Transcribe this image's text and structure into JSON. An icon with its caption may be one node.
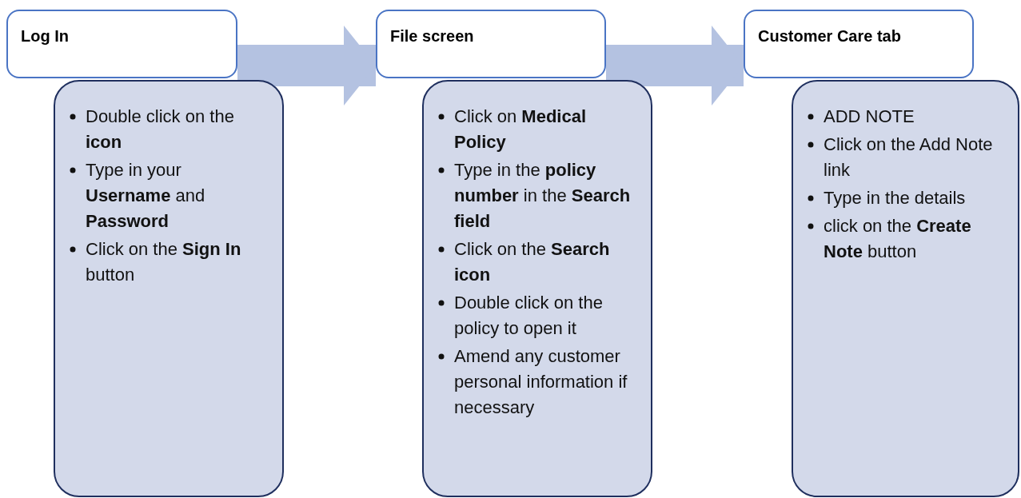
{
  "diagram": {
    "nodes": [
      {
        "text": [
          "Log In"
        ]
      },
      {
        "text": [
          "Double click on the **icon**",
          "Type in your **Username** and **Password**",
          "Click on the **Sign In** button"
        ]
      },
      {
        "text": [
          "File screen"
        ]
      },
      {
        "text": [
          "Click on **Medical Policy**",
          "Type in the **policy number** in the **Search field**",
          "Click on the **Search icon**",
          "Double click on the policy to open it",
          "Amend any customer personal information if necessary"
        ]
      },
      {
        "text": [
          "Customer Care tab"
        ]
      },
      {
        "text": [
          "ADD NOTE",
          "Click on the Add Note link",
          "Type in the details",
          "click on the **Create Note** button"
        ]
      }
    ],
    "edges": [
      {
        "from": 0,
        "to": 2,
        "arrow": "to"
      },
      {
        "from": 2,
        "to": 4,
        "arrow": "to"
      }
    ]
  }
}
